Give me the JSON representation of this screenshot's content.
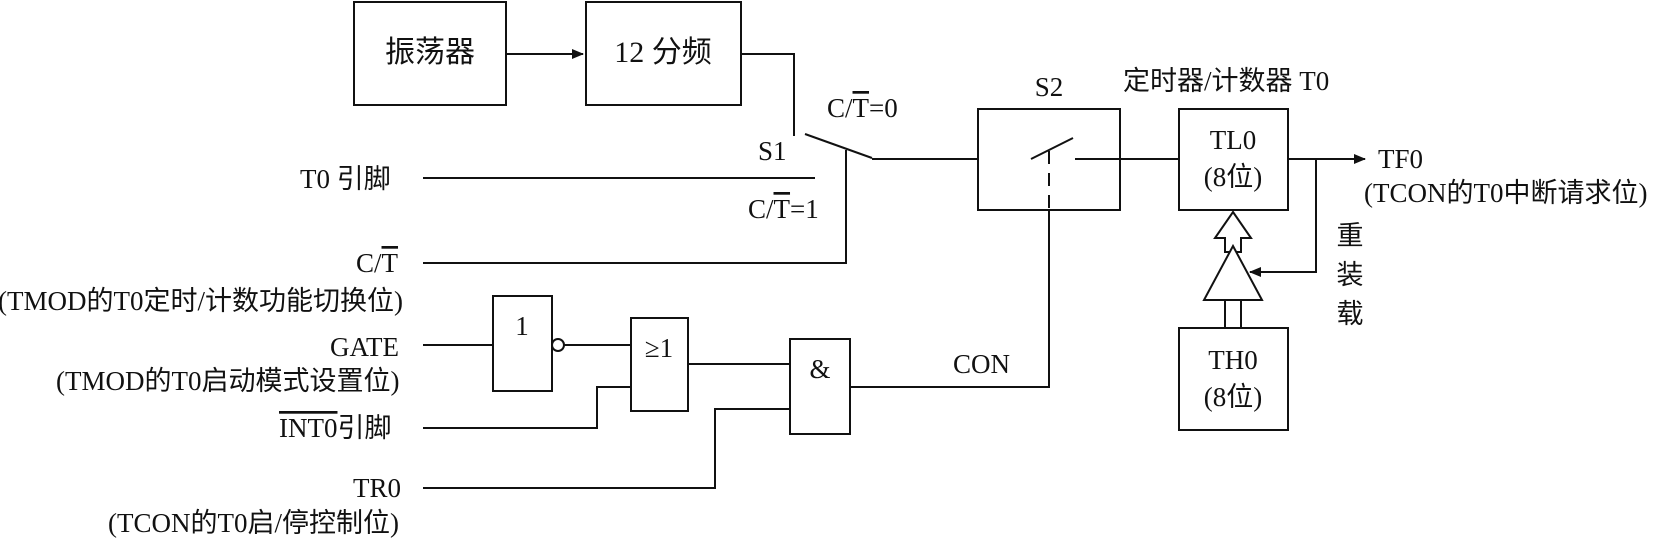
{
  "blocks": {
    "oscillator": "振荡器",
    "divider": "12 分频",
    "s2_label": "S2",
    "timer_title": "定时器/计数器 T0",
    "tl0_line1": "TL0",
    "tl0_line2": "(8位)",
    "th0_line1": "TH0",
    "th0_line2": "(8位)",
    "not_gate": "1",
    "or_gate": "≥1",
    "and_gate": "&"
  },
  "switch_s1": {
    "label": "S1",
    "timer_position": "C/T=0",
    "counter_position": "C/T=1"
  },
  "inputs": {
    "t0_pin": "T0 引脚",
    "ct_label": "C/T",
    "ct_desc": "(TMOD的T0定时/计数功能切换位)",
    "gate_label": "GATE",
    "gate_desc": "(TMOD的T0启动模式设置位)",
    "int0_label": "INT0引脚",
    "tr0_label": "TR0",
    "tr0_desc": "(TCON的T0启/停控制位)"
  },
  "signals": {
    "con": "CON",
    "tf0": "TF0",
    "tf0_desc": "(TCON的T0中断请求位)",
    "reload_1": "重",
    "reload_2": "装",
    "reload_3": "载"
  }
}
